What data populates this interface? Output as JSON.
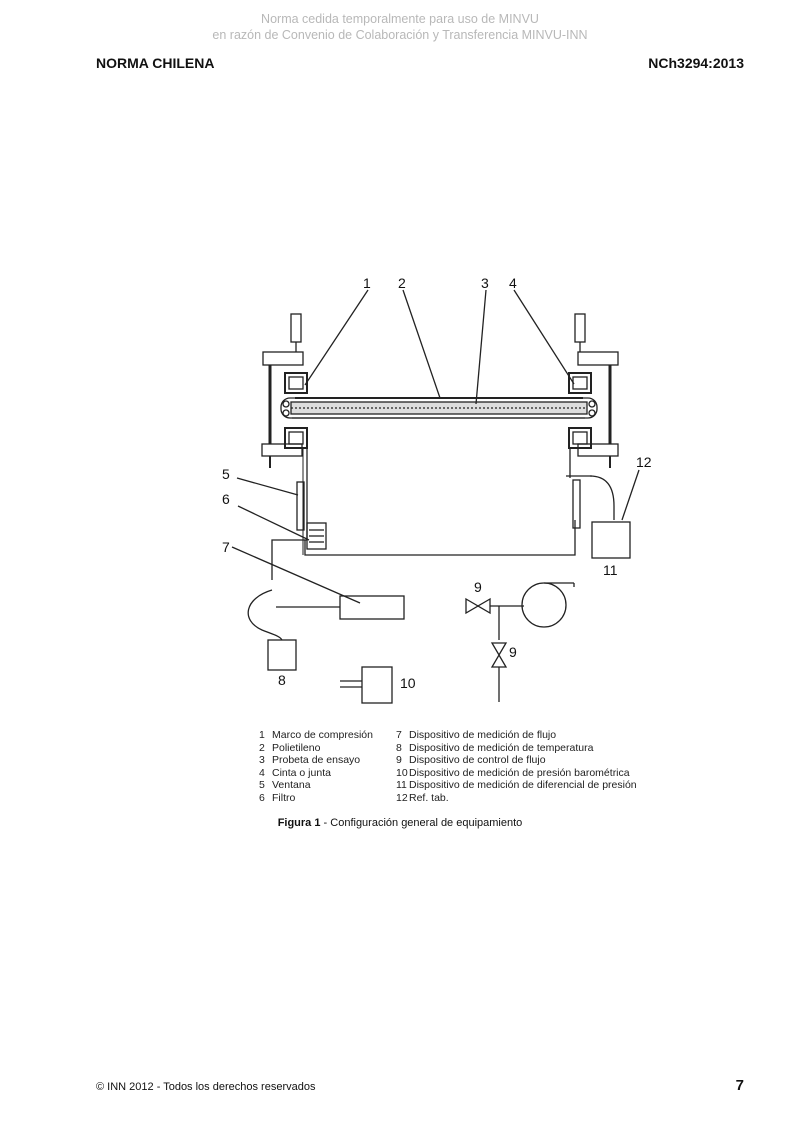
{
  "watermark": {
    "line1": "Norma cedida temporalmente para uso de MINVU",
    "line2": "en razón de Convenio de Colaboración y Transferencia MINVU-INN"
  },
  "header": {
    "left": "NORMA CHILENA",
    "right": "NCh3294:2013"
  },
  "figure": {
    "callouts": [
      "1",
      "2",
      "3",
      "4",
      "5",
      "6",
      "7",
      "8",
      "9",
      "9",
      "10",
      "11",
      "12"
    ],
    "legend_left": [
      {
        "num": "1",
        "text": "Marco de compresión"
      },
      {
        "num": "2",
        "text": "Polietileno"
      },
      {
        "num": "3",
        "text": "Probeta de ensayo"
      },
      {
        "num": "4",
        "text": "Cinta o junta"
      },
      {
        "num": "5",
        "text": "Ventana"
      },
      {
        "num": "6",
        "text": "Filtro"
      }
    ],
    "legend_right": [
      {
        "num": "7",
        "text": "Dispositivo de medición de flujo"
      },
      {
        "num": "8",
        "text": "Dispositivo de medición de temperatura"
      },
      {
        "num": "9",
        "text": "Dispositivo de control de flujo"
      },
      {
        "num": "10",
        "text": "Dispositivo de medición de presión barométrica"
      },
      {
        "num": "11",
        "text": "Dispositivo de medición de diferencial de presión"
      },
      {
        "num": "12",
        "text": "Ref. tab."
      }
    ],
    "caption_label": "Figura 1",
    "caption_text": " - Configuración general de equipamiento"
  },
  "footer": {
    "left": "© INN 2012 - Todos los derechos reservados",
    "page": "7"
  }
}
